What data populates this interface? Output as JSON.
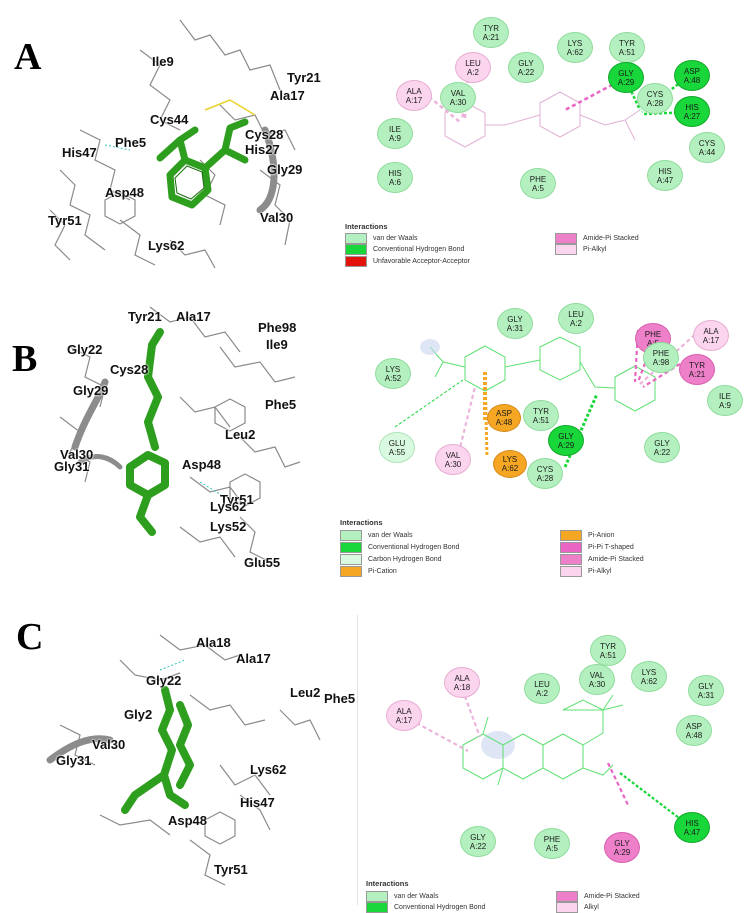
{
  "colors": {
    "vdw": "#b4f0bf",
    "hbond": "#19d63a",
    "unfavorable": "#e3120b",
    "amide_pi": "#ee7fc9",
    "pi_alkyl": "#fbd4ee",
    "pi_cation": "#f5a623",
    "pi_anion": "#f5a623",
    "pi_pi_t": "#e964c3",
    "carbon_hbond": "#d9fae0",
    "alkyl": "#fbd4ee",
    "ligand_3d": "#2e9e1e",
    "ligand_2d": "#33d14a"
  },
  "panels": [
    {
      "letter": "A",
      "residues_3d": [
        "Ile9",
        "Tyr21",
        "Ala17",
        "Cys44",
        "Phe5",
        "Cys28",
        "His27",
        "His47",
        "Gly29",
        "Asp48",
        "Val30",
        "Tyr51",
        "Lys62"
      ],
      "nodes": [
        {
          "name": "TYR",
          "id": "A:21",
          "type": "vdw"
        },
        {
          "name": "LYS",
          "id": "A:62",
          "type": "vdw"
        },
        {
          "name": "TYR",
          "id": "A:51",
          "type": "vdw"
        },
        {
          "name": "LEU",
          "id": "A:2",
          "type": "alkyl"
        },
        {
          "name": "GLY",
          "id": "A:22",
          "type": "vdw"
        },
        {
          "name": "GLY",
          "id": "A:29",
          "type": "hb"
        },
        {
          "name": "ASP",
          "id": "A:48",
          "type": "hb"
        },
        {
          "name": "ALA",
          "id": "A:17",
          "type": "alkyl"
        },
        {
          "name": "VAL",
          "id": "A:30",
          "type": "vdw"
        },
        {
          "name": "CYS",
          "id": "A:28",
          "type": "vdw"
        },
        {
          "name": "HIS",
          "id": "A:27",
          "type": "hb"
        },
        {
          "name": "ILE",
          "id": "A:9",
          "type": "vdw"
        },
        {
          "name": "CYS",
          "id": "A:44",
          "type": "vdw"
        },
        {
          "name": "HIS",
          "id": "A:6",
          "type": "vdw"
        },
        {
          "name": "PHE",
          "id": "A:5",
          "type": "vdw"
        },
        {
          "name": "HIS",
          "id": "A:47",
          "type": "vdw"
        }
      ],
      "legend": {
        "title": "Interactions",
        "items": [
          {
            "label": "van der Waals",
            "color": "#b4f0bf"
          },
          {
            "label": "Amide-Pi Stacked",
            "color": "#ee7fc9"
          },
          {
            "label": "Conventional Hydrogen Bond",
            "color": "#19d63a"
          },
          {
            "label": "Pi-Alkyl",
            "color": "#fbd4ee"
          },
          {
            "label": "Unfavorable Acceptor-Acceptor",
            "color": "#e3120b"
          }
        ]
      }
    },
    {
      "letter": "B",
      "residues_3d": [
        "Phe98",
        "Tyr21",
        "Ala17",
        "Ile9",
        "Gly22",
        "Cys28",
        "Gly29",
        "Phe5",
        "Leu2",
        "Val30",
        "Gly31",
        "Asp48",
        "Tyr51",
        "Lys62",
        "Lys52",
        "Glu55"
      ],
      "nodes": [
        {
          "name": "GLY",
          "id": "A:31",
          "type": "vdw"
        },
        {
          "name": "LEU",
          "id": "A:2",
          "type": "vdw"
        },
        {
          "name": "PHE",
          "id": "A:5",
          "type": "amide"
        },
        {
          "name": "ALA",
          "id": "A:17",
          "type": "alkyl"
        },
        {
          "name": "PHE",
          "id": "A:98",
          "type": "vdw"
        },
        {
          "name": "LYS",
          "id": "A:52",
          "type": "vdw"
        },
        {
          "name": "TYR",
          "id": "A:21",
          "type": "amide"
        },
        {
          "name": "ILE",
          "id": "A:9",
          "type": "vdw"
        },
        {
          "name": "GLU",
          "id": "A:55",
          "type": "chb"
        },
        {
          "name": "ASP",
          "id": "A:48",
          "type": "orange"
        },
        {
          "name": "TYR",
          "id": "A:51",
          "type": "vdw"
        },
        {
          "name": "VAL",
          "id": "A:30",
          "type": "alkyl"
        },
        {
          "name": "LYS",
          "id": "A:62",
          "type": "orange"
        },
        {
          "name": "GLY",
          "id": "A:29",
          "type": "hb"
        },
        {
          "name": "GLY",
          "id": "A:22",
          "type": "vdw"
        },
        {
          "name": "CYS",
          "id": "A:28",
          "type": "vdw"
        }
      ],
      "legend": {
        "title": "Interactions",
        "items": [
          {
            "label": "van der Waals",
            "color": "#b4f0bf"
          },
          {
            "label": "Pi-Anion",
            "color": "#f5a623"
          },
          {
            "label": "Conventional Hydrogen Bond",
            "color": "#19d63a"
          },
          {
            "label": "Pi-Pi T-shaped",
            "color": "#e964c3"
          },
          {
            "label": "Carbon Hydrogen Bond",
            "color": "#d9fae0"
          },
          {
            "label": "Amide-Pi Stacked",
            "color": "#ee7fc9"
          },
          {
            "label": "Pi-Cation",
            "color": "#f5a623"
          },
          {
            "label": "Pi-Alkyl",
            "color": "#fbd4ee"
          }
        ]
      }
    },
    {
      "letter": "C",
      "residues_3d": [
        "Ala18",
        "Ala17",
        "Gly22",
        "Leu2",
        "Phe5",
        "Gly2",
        "Val30",
        "Gly31",
        "Lys62",
        "His47",
        "Asp48",
        "Tyr51"
      ],
      "nodes": [
        {
          "name": "TYR",
          "id": "A:51",
          "type": "vdw"
        },
        {
          "name": "ALA",
          "id": "A:18",
          "type": "alkyl"
        },
        {
          "name": "LEU",
          "id": "A:2",
          "type": "vdw"
        },
        {
          "name": "VAL",
          "id": "A:30",
          "type": "vdw"
        },
        {
          "name": "LYS",
          "id": "A:62",
          "type": "vdw"
        },
        {
          "name": "GLY",
          "id": "A:31",
          "type": "vdw"
        },
        {
          "name": "ALA",
          "id": "A:17",
          "type": "alkyl"
        },
        {
          "name": "ASP",
          "id": "A:48",
          "type": "vdw"
        },
        {
          "name": "HIS",
          "id": "A:47",
          "type": "hb"
        },
        {
          "name": "GLY",
          "id": "A:29",
          "type": "amide"
        },
        {
          "name": "GLY",
          "id": "A:22",
          "type": "vdw"
        },
        {
          "name": "PHE",
          "id": "A:5",
          "type": "vdw"
        }
      ],
      "legend": {
        "title": "Interactions",
        "items": [
          {
            "label": "van der Waals",
            "color": "#b4f0bf"
          },
          {
            "label": "Amide-Pi Stacked",
            "color": "#ee7fc9"
          },
          {
            "label": "Conventional Hydrogen Bond",
            "color": "#19d63a"
          },
          {
            "label": "Alkyl",
            "color": "#fbd4ee"
          }
        ]
      }
    }
  ]
}
